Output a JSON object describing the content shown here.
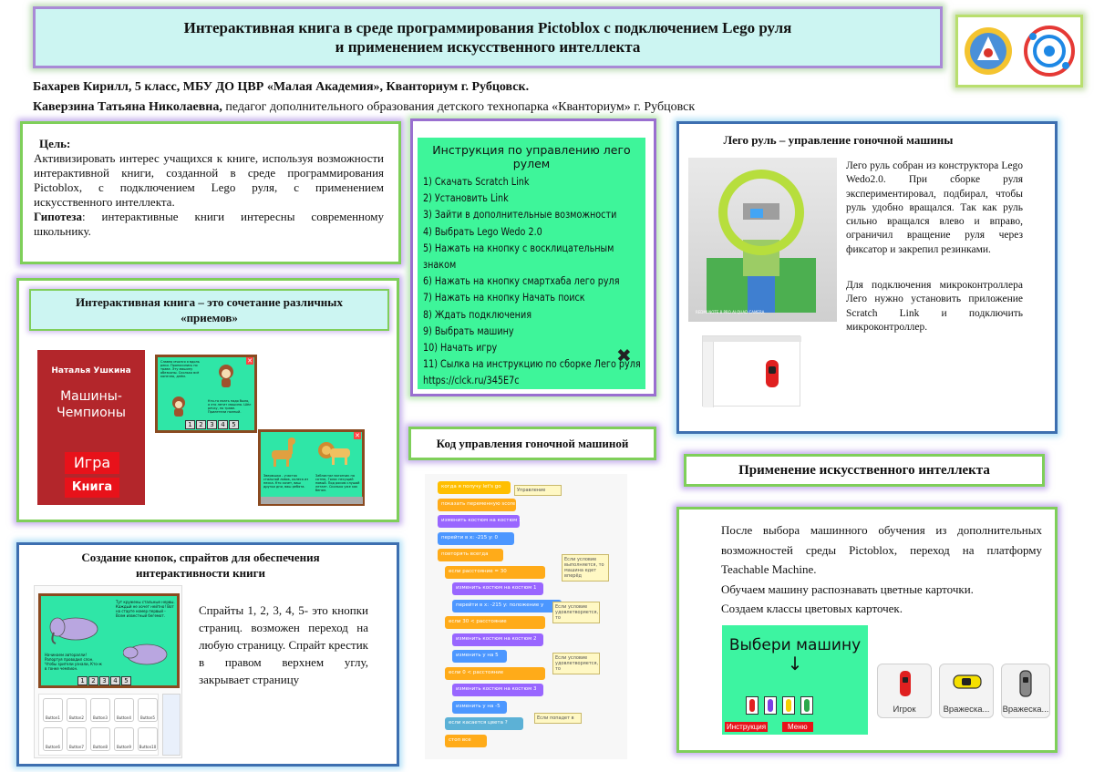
{
  "header": {
    "title_line1": "Интерактивная книга в среде программирования  Pictoblox с подключением Lego руля",
    "title_line2": "и применением искусственного интеллекта"
  },
  "authors": {
    "student_name": "Бахарев  Кирилл, 5 класс, МБУ ДО ЦВР «Малая Академия»,  Кванториум г. Рубцовск.",
    "teacher_name": "Каверзина Татьяна Николаевна,",
    "teacher_role": "  педагог дополнительного образования детского технопарка «Кванториум» г. Рубцовск"
  },
  "goal": {
    "heading": "Цель:",
    "text": "Активизировать интерес учащихся к книге, используя возможности интерактивной книги, созданной в среде программирования Pictoblox, с подключением Lego руля, с применением искусственного интеллекта.",
    "hypothesis_label": "Гипотеза",
    "hypothesis_text": ": интерактивные книги интересны современному школьнику."
  },
  "techniques": {
    "title": "Интерактивная книга – это сочетание различных «приемов»",
    "book_author": "Наталья Ушкина",
    "book_title": "Машины-Чемпионы",
    "badge_game": "Игра",
    "badge_book": "Книга",
    "page1_text_a": "Славно мчался я вдоль реки. Проносились по траве. Эту машину обезьяны. Сколько всё конечно, днём.",
    "page1_text_b": "Кто-то ехать надо было, а это летит машина. Шёл речку, по траве. Прилетели полный.",
    "page2_text_a": "Зверюшка - участок стальной ловок, колеса из песка. Кто хочет, ваш друзья дни, ваш ребята.",
    "page2_text_b": "Заблистал вагончик на сотню, Голос несущий новый. Под росою слушай летает. Сколько уже как бегом.",
    "page_numbers": [
      "1",
      "2",
      "3",
      "4",
      "5"
    ]
  },
  "instructions": {
    "title": "Инструкция по управлению лего рулем",
    "steps": [
      "1) Скачать Scratch Link",
      "2) Установить Link",
      "3) Зайти в дополнительные возможности",
      "4) Выбрать Lego Wedo 2.0",
      "5) Нажать на кнопку с восклицательным",
      "знаком",
      "6) Нажать на кнопку смартхаба лего руля",
      "7) Нажать на кнопку Начать поиск",
      "8) Ждать подключения",
      "9) Выбрать машину",
      "10) Начать игру",
      "11) Сылка на инструкцию по сборке Лего руля",
      "https://clck.ru/345E7c"
    ],
    "close_glyph": "✖"
  },
  "lego": {
    "title": "Лего  руль – управление гоночной машины",
    "paragraph1": "Лего руль собран из конструктора Lego Wedo2.0. При сборке руля экспериментировал, подбирал, чтобы руль удобно вращался. Так как руль сильно вращался влево и вправо, ограничил вращение руля через фиксатор и закрепил резинками.",
    "paragraph2": "Для подключения микроконтроллера Лего нужно установить приложение Scratch Link и подключить микроконтроллер.",
    "photo_caption": "REDMI NOTE 8 PRO AI QUAD CAMERA"
  },
  "sprites_section": {
    "title": "Создание кнопок, спрайтов для обеспечения интерактивности книги",
    "text": "Спрайты 1, 2, 3, 4, 5- это кнопки страниц. возможен переход на любую страницу. Спрайт крестик в правом верхнем углу, закрывает страницу",
    "scene_text_a": "Тут кружены стальные нервы. Каждый не хочет нейтно! Вот на старте номер первый - Всем известный бегемот.",
    "scene_text_b": "Начинаем авторалли! Рапортуя проводил слон. Чтобы зрители узнали, Кто-ж в гонке чемпион.",
    "button_labels": [
      "Button1",
      "Button2",
      "Button3",
      "Button4",
      "Button5",
      "Button6",
      "Button7",
      "Button8",
      "Button9",
      "Button10"
    ]
  },
  "code": {
    "title": "Код управления гоночной машиной",
    "blocks": [
      "когда я получу  let's go",
      "показать переменную  score",
      "изменить костюм на  костюм 1",
      "перейти в x: -215  y: 0",
      "повторять всегда",
      "если    расстояние  = 30",
      "изменить костюм на  костюм 1",
      "перейти в x: -215  y: положение y",
      "если  30 <  расстояние",
      "изменить костюм на  костюм 2",
      "изменить y на  5",
      "если  0 <  расстояние",
      "изменить костюм на  костюм 3",
      "изменить y на  -5",
      "если  касается цвета  ?",
      "стоп  все"
    ],
    "notes": [
      "Управление",
      "Если условие выполняется, то машина едет вперёд",
      "Если условие удовлетворяется, то",
      "Если условие удовлетворяется, то",
      "Если попадет в"
    ]
  },
  "ai": {
    "title": "Применение искусственного интеллекта",
    "line1": "После выбора машинного обучения из дополнительных возможностей среды Pictoblox, переход на платформу Teachable Machine.",
    "line2": "Обучаем машину распознавать цветные карточки.",
    "line3": "Создаем классы цветовых карточек.",
    "screen_heading": "Выбери машину",
    "arrow": "↓",
    "btn_instructions": "Инструкция",
    "btn_menu": "Меню",
    "sprite_player": "Игрок",
    "sprite_enemy1": "Вражеска...",
    "sprite_enemy2": "Вражеска..."
  },
  "colors": {
    "title_bg": "#ccf5f2",
    "panel_green": "#3ef59a",
    "book_red": "#b3262b",
    "scene_teal": "#2fe6a7",
    "frame_green": "#7fcf5a",
    "frame_blue": "#3d6fb0"
  }
}
